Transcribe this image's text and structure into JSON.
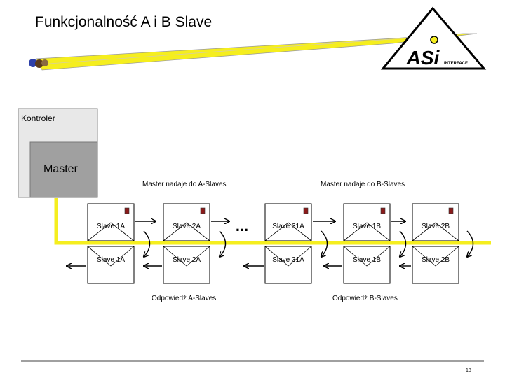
{
  "title": "Funkcjonalność A i B Slave",
  "logo": {
    "text": "ASi",
    "subtext": "INTERFACE"
  },
  "controller": {
    "label": "Kontroler",
    "master_label": "Master"
  },
  "annotations": {
    "master_to_a": "Master nadaje do  A-Slaves",
    "master_to_b": "Master nadaje do B-Slaves",
    "reply_a": "Odpowiedź A-Slaves",
    "reply_b": "Odpowiedź B-Slaves"
  },
  "ellipsis": "...",
  "slaves_top": [
    "Slave 1A",
    "Slave 2A",
    "Slave 31A",
    "Slave 1B",
    "Slave 2B"
  ],
  "slaves_bottom": [
    "Slave 1A",
    "Slave 2A",
    "Slave 31A",
    "Slave 1B",
    "Slave 2B"
  ],
  "colors": {
    "bus": "#f5ee1e",
    "controller_bg": "#e8e8e8",
    "master_bg": "#a0a0a0",
    "led": "#8b1a1a"
  },
  "page_number": "18"
}
